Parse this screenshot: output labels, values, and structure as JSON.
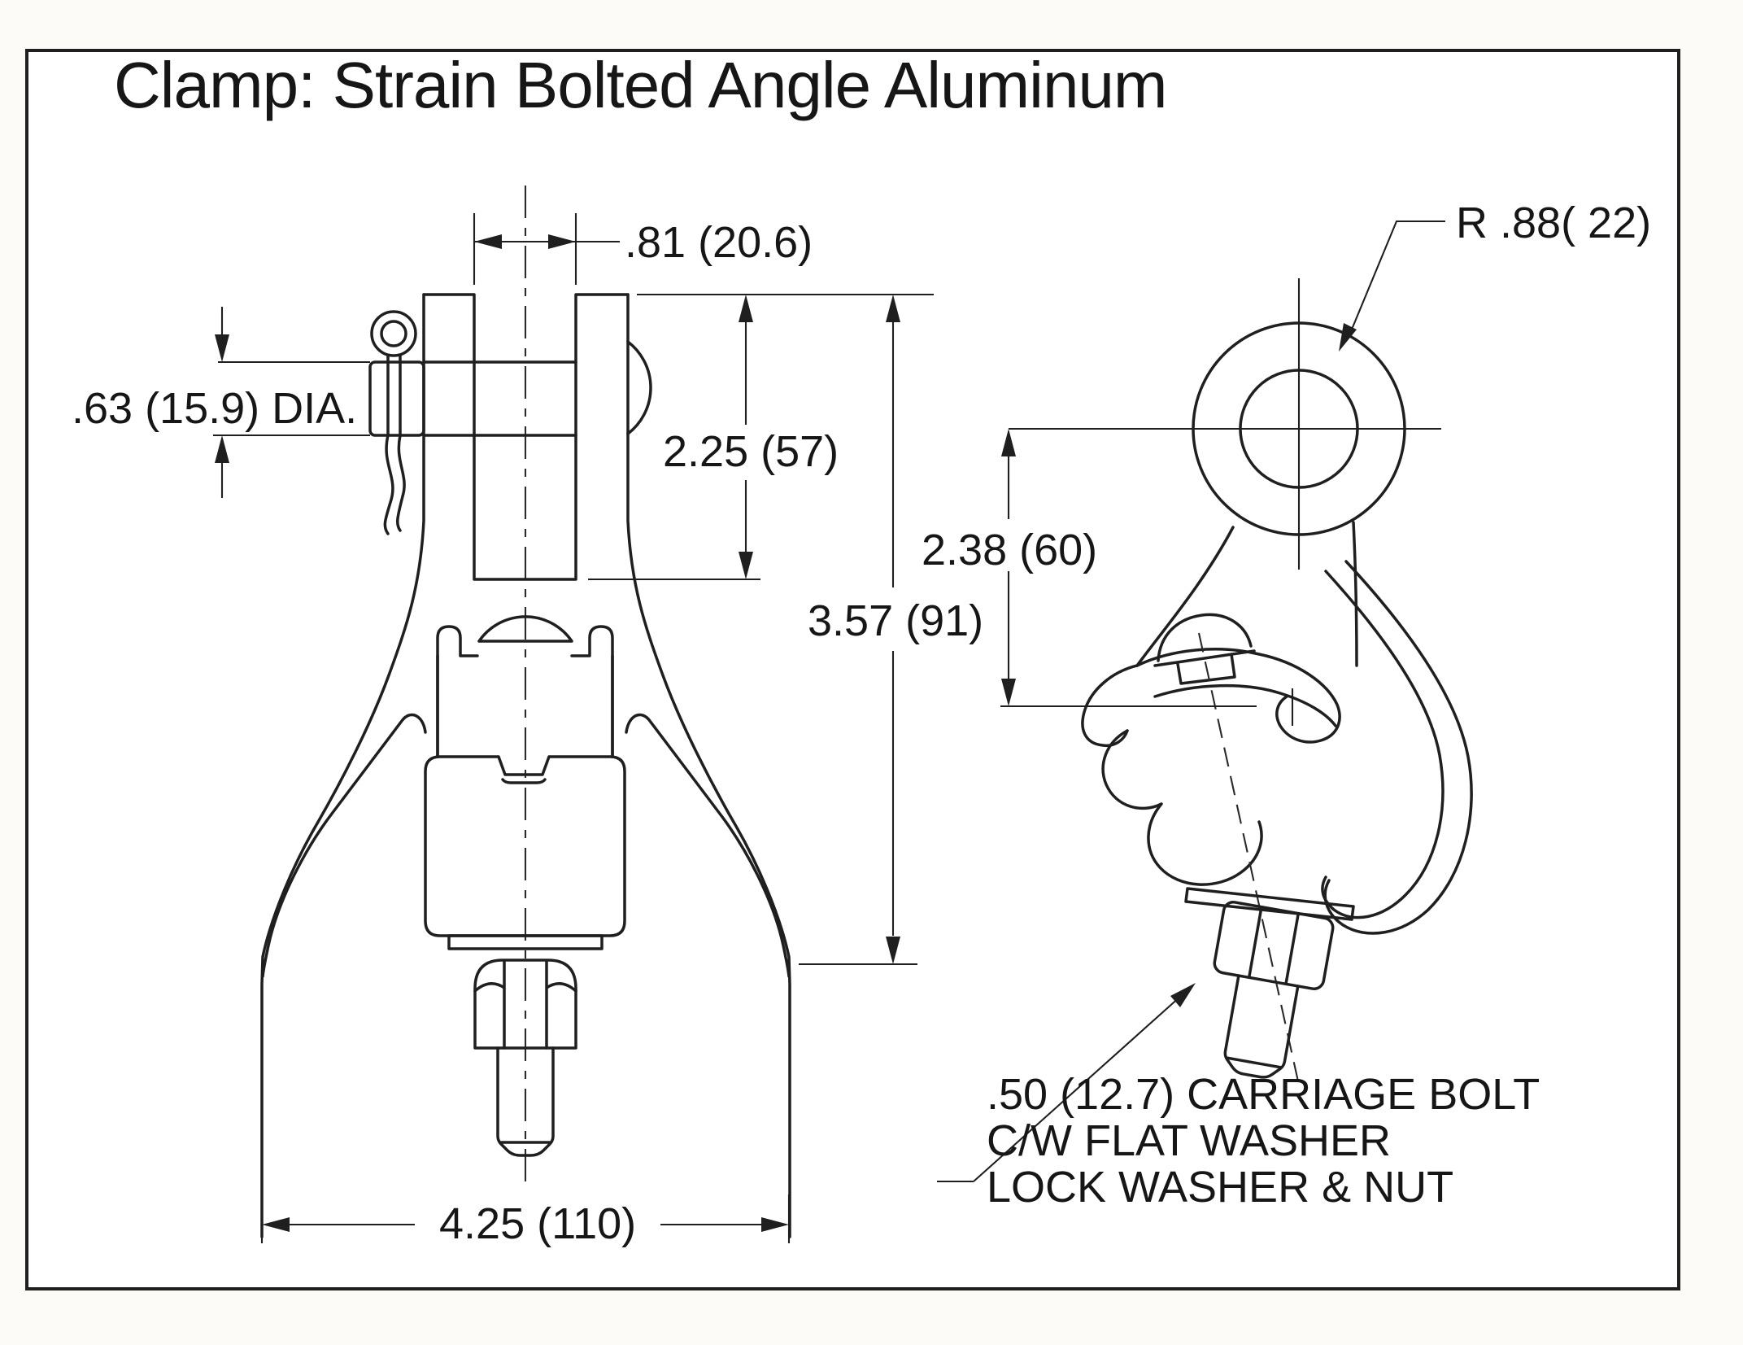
{
  "title": "Clamp: Strain Bolted Angle Aluminum",
  "front_view": {
    "slot_width": ".81 (20.6)",
    "pin_diameter": ".63 (15.9) DIA.",
    "clevis_depth": "2.25 (57)",
    "overall_height": "3.57 (91)",
    "body_width": "4.25 (110)"
  },
  "side_view": {
    "eye_radius": "R .88( 22)",
    "eye_to_seat": "2.38 (60)",
    "bolt_note_line1": ".50 (12.7) CARRIAGE BOLT",
    "bolt_note_line2": "C/W FLAT WASHER",
    "bolt_note_line3": "LOCK WASHER & NUT"
  },
  "colors": {
    "ink": "#1f1f1f",
    "background": "#fcfbf8"
  }
}
